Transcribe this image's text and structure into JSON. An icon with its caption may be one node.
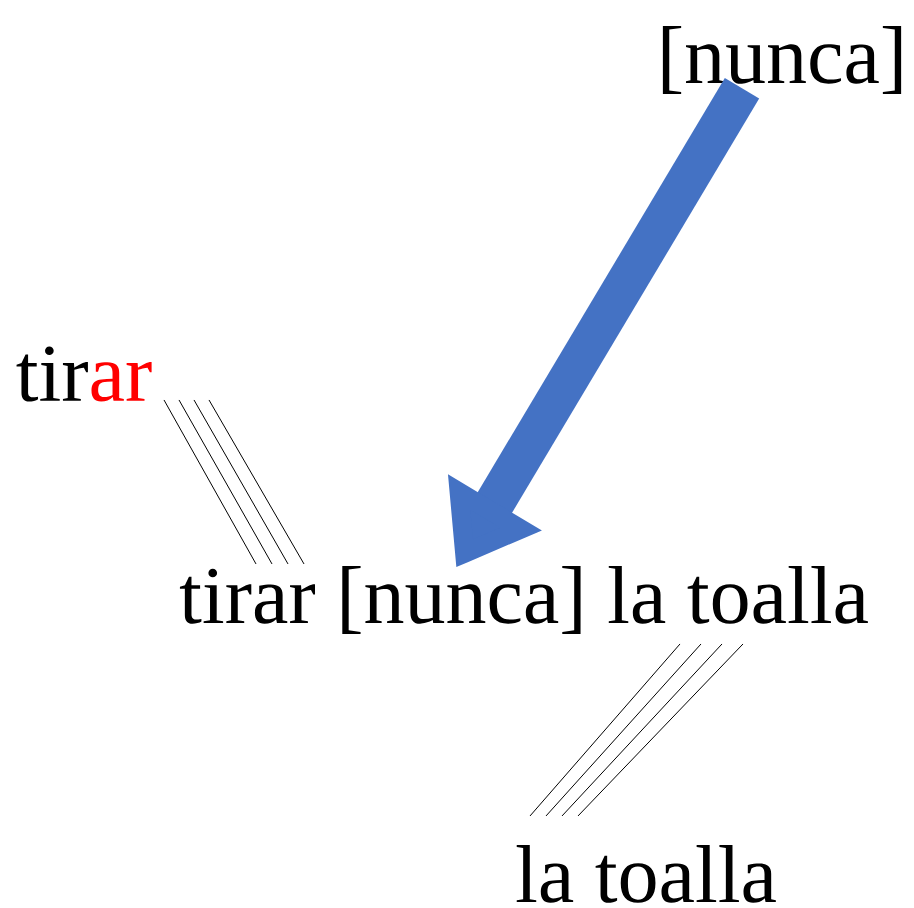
{
  "diagram": {
    "nodes": [
      {
        "text": [
          "[nunca]"
        ]
      },
      {
        "text": [
          "tir",
          "ar"
        ]
      },
      {
        "text": [
          "tirar [nunca] la toalla"
        ]
      },
      {
        "text": [
          "la toalla"
        ]
      }
    ],
    "edges": [
      {
        "from": 0,
        "to": 2,
        "arrow": "to",
        "style": "thick",
        "color": "#4472c4"
      },
      {
        "from": 1,
        "to": 2,
        "arrow": "none"
      },
      {
        "from": 1,
        "to": 2,
        "arrow": "none"
      },
      {
        "from": 1,
        "to": 2,
        "arrow": "none"
      },
      {
        "from": 1,
        "to": 2,
        "arrow": "none"
      },
      {
        "from": 3,
        "to": 2,
        "arrow": "none"
      },
      {
        "from": 3,
        "to": 2,
        "arrow": "none"
      },
      {
        "from": 3,
        "to": 2,
        "arrow": "none"
      },
      {
        "from": 3,
        "to": 2,
        "arrow": "none"
      }
    ]
  }
}
